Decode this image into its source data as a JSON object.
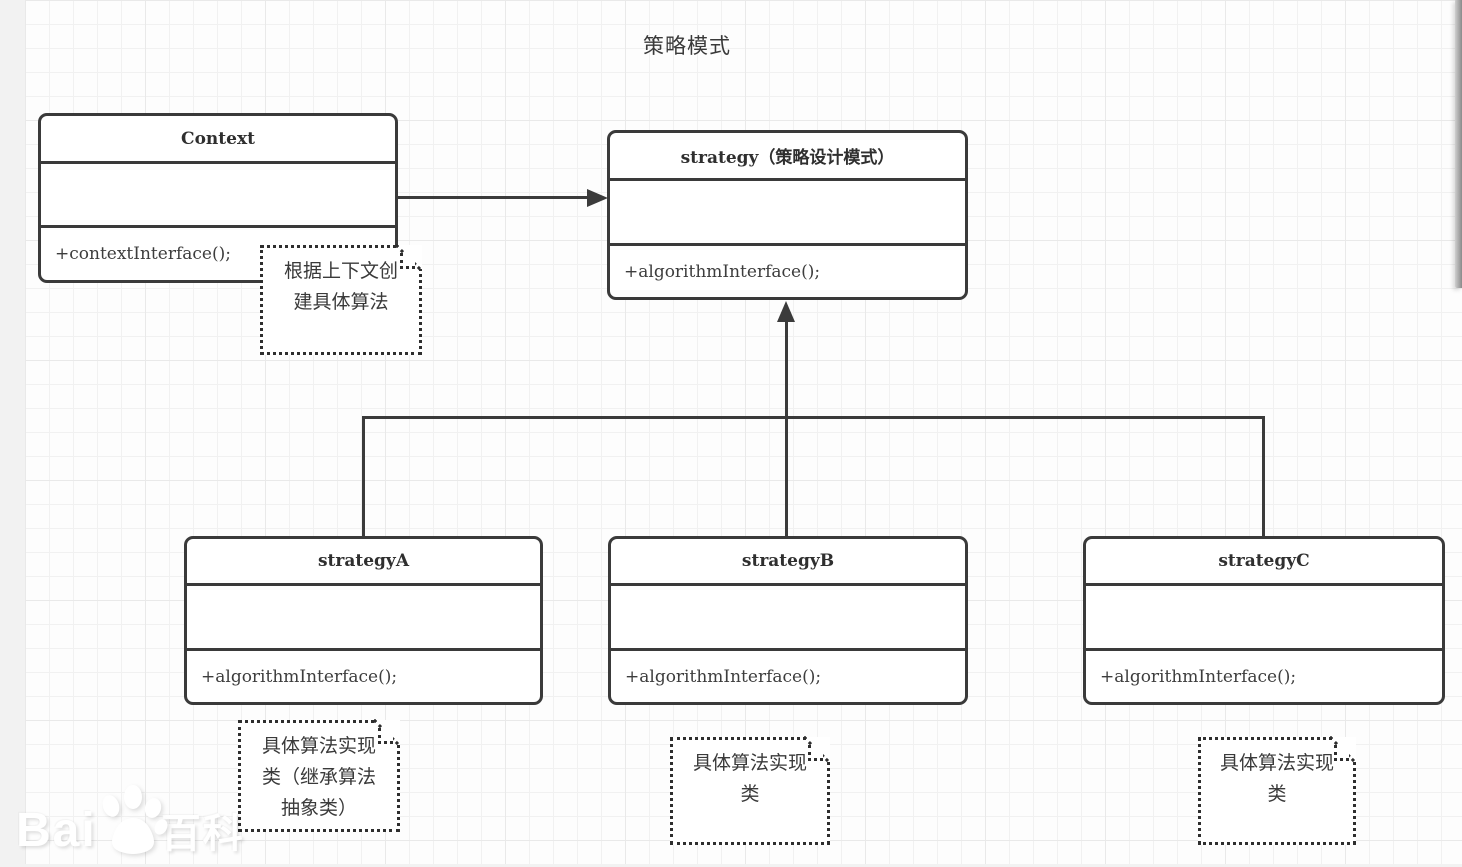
{
  "title": "策略模式",
  "colors": {
    "line": "#3b3b3b",
    "box_border": "#3a3a3a",
    "box_fill": "#ffffff",
    "grid": "#e9e9e9",
    "canvas": "#fdfdfd",
    "margin_strip": "#f2f2f2"
  },
  "classes": [
    {
      "name": "Context",
      "method": "+contextInterface();"
    },
    {
      "name": "strategy（策略设计模式）",
      "method": "+algorithmInterface();"
    },
    {
      "name": "strategyA",
      "method": "+algorithmInterface();"
    },
    {
      "name": "strategyB",
      "method": "+algorithmInterface();"
    },
    {
      "name": "strategyC",
      "method": "+algorithmInterface();"
    }
  ],
  "notes": [
    {
      "text": "根据上下文创建具体算法"
    },
    {
      "text": "具体算法实现类（继承算法抽象类）"
    },
    {
      "text": "具体算法实现类"
    },
    {
      "text": "具体算法实现类"
    }
  ],
  "relations": [
    {
      "type": "association",
      "from": "Context",
      "to": "strategy"
    },
    {
      "type": "inheritance",
      "from": "strategyA",
      "to": "strategy"
    },
    {
      "type": "inheritance",
      "from": "strategyB",
      "to": "strategy"
    },
    {
      "type": "inheritance",
      "from": "strategyC",
      "to": "strategy"
    }
  ],
  "watermark": {
    "prefix": "Bai",
    "suffix": "百科",
    "icon": "baidu-paw"
  }
}
